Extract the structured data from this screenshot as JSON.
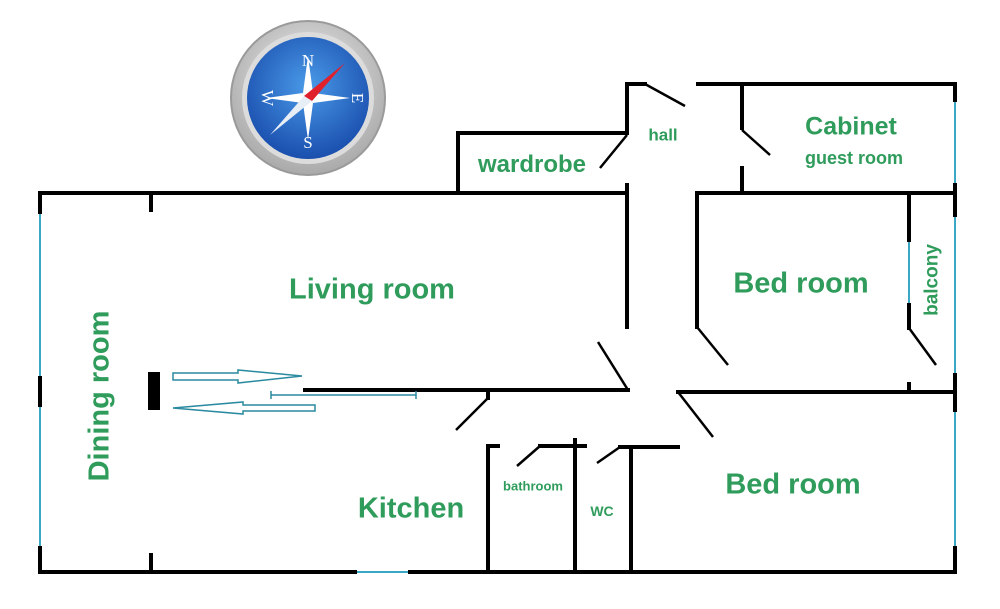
{
  "colors": {
    "wall": "#000000",
    "window": "#3aa7c4",
    "label": "#2f9c5c",
    "compass_face": "#1f62c4",
    "compass_ring": "#b8b8b8",
    "needle_north": "#e0202a"
  },
  "compass": {
    "icon": "compass-icon",
    "north": "N",
    "east": "E",
    "south": "S",
    "west": "W"
  },
  "rooms": {
    "living_room": "Living room",
    "dining_room": "Dining room",
    "kitchen": "Kitchen",
    "bathroom": "bathroom",
    "wc": "WC",
    "bedroom_1": "Bed room",
    "bedroom_2": "Bed room",
    "balcony": "balcony",
    "cabinet": "Cabinet",
    "guest_room": "guest room",
    "wardrobe": "wardrobe",
    "hall": "hall"
  }
}
